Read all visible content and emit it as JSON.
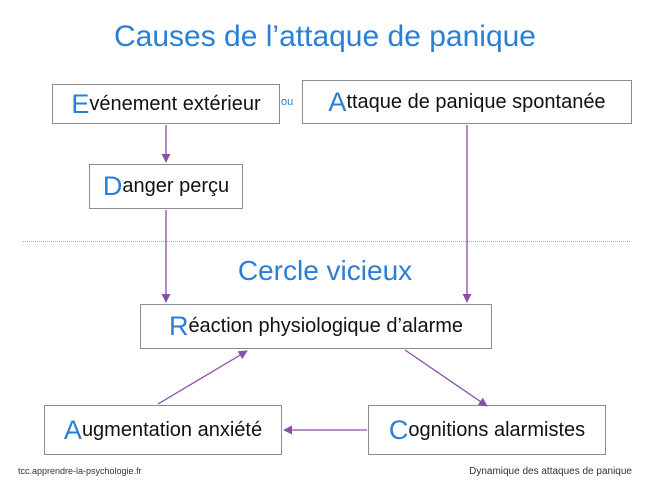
{
  "title": "Causes de l’attaque de panique",
  "subtitle": "Cercle vicieux",
  "connector_or": "ou",
  "boxes": {
    "evenement": {
      "initial": "E",
      "rest": "vénement extérieur"
    },
    "spontanee": {
      "initial": "A",
      "rest": "ttaque de panique spontanée"
    },
    "danger": {
      "initial": "D",
      "rest": "anger perçu"
    },
    "reaction": {
      "initial": "R",
      "rest": "éaction physiologique d’alarme"
    },
    "augmentation": {
      "initial": "A",
      "rest": "ugmentation anxiété"
    },
    "cognitions": {
      "initial": "C",
      "rest": "ognitions alarmistes"
    }
  },
  "footer": {
    "left": "tcc.apprendre-la-psychologie.fr",
    "right": "Dynamique des attaques de panique"
  },
  "colors": {
    "accent": "#2a7fd4",
    "arrow": "#8a4fa8",
    "box_border": "#8c8c8c"
  }
}
